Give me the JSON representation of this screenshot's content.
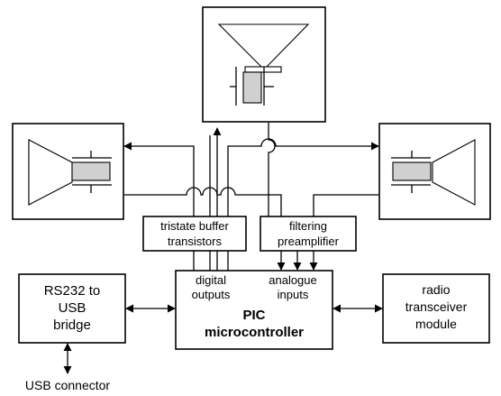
{
  "blocks": {
    "rs232_bridge": [
      "RS232 to",
      "USB",
      "bridge"
    ],
    "pic_microcontroller": [
      "PIC",
      "microcontroller"
    ],
    "radio_transceiver": [
      "radio",
      "transceiver",
      "module"
    ],
    "tristate_buffer": [
      "tristate buffer",
      "transistors"
    ],
    "filtering_preamp": [
      "filtering",
      "preamplifier"
    ],
    "digital_outputs": [
      "digital",
      "outputs"
    ],
    "analogue_inputs": [
      "analogue",
      "inputs"
    ]
  },
  "usb_connector": "USB connector",
  "transducers": [
    "top-transducer",
    "left-transducer",
    "right-transducer"
  ]
}
